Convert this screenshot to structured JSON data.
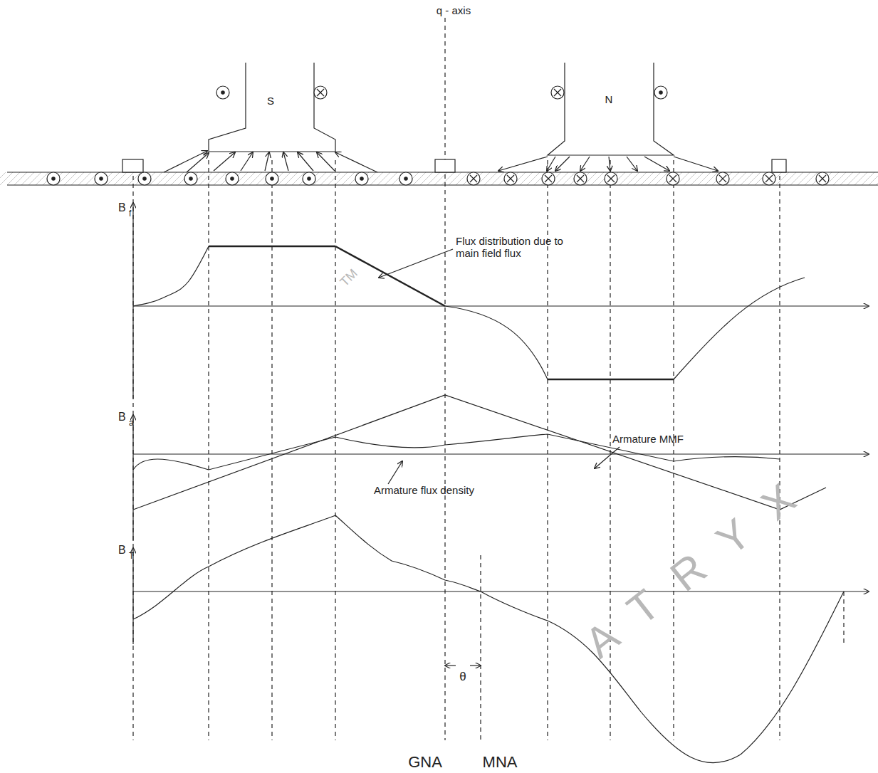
{
  "diagram": {
    "labels": [
      "q - axis",
      "S",
      "N",
      "B",
      "f",
      "Flux distribution due to main field flux",
      "B",
      "a",
      "Armature MMF",
      "Armature flux density",
      "B",
      "T",
      "θ",
      "GNA",
      "MNA",
      "TM",
      "ATRYX"
    ]
  }
}
